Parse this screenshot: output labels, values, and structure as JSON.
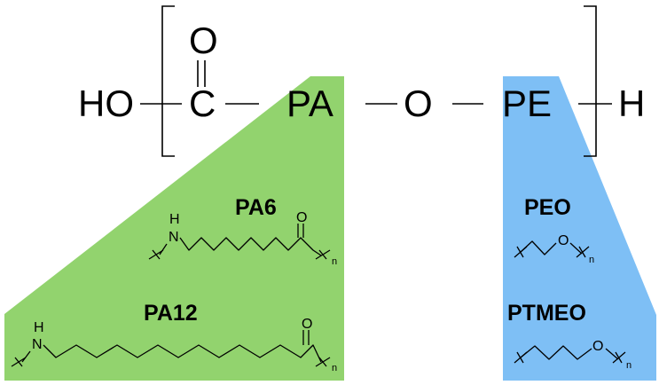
{
  "formula": {
    "ho": "HO",
    "c": "C",
    "o_top": "O",
    "pa": "PA",
    "o_mid": "O",
    "pe": "PE",
    "h": "H"
  },
  "pa_block": {
    "color": "#92d36e",
    "pa6": {
      "label": "PA6",
      "n_atom": "N",
      "h_atom": "H",
      "o_atom": "O",
      "sub": "n"
    },
    "pa12": {
      "label": "PA12",
      "n_atom": "N",
      "h_atom": "H",
      "o_atom": "O",
      "sub": "n"
    }
  },
  "pe_block": {
    "color": "#7ebff5",
    "peo": {
      "label": "PEO",
      "o_atom": "O",
      "sub": "n"
    },
    "ptmeo": {
      "label": "PTMEO",
      "o_atom": "O",
      "sub": "n"
    }
  }
}
